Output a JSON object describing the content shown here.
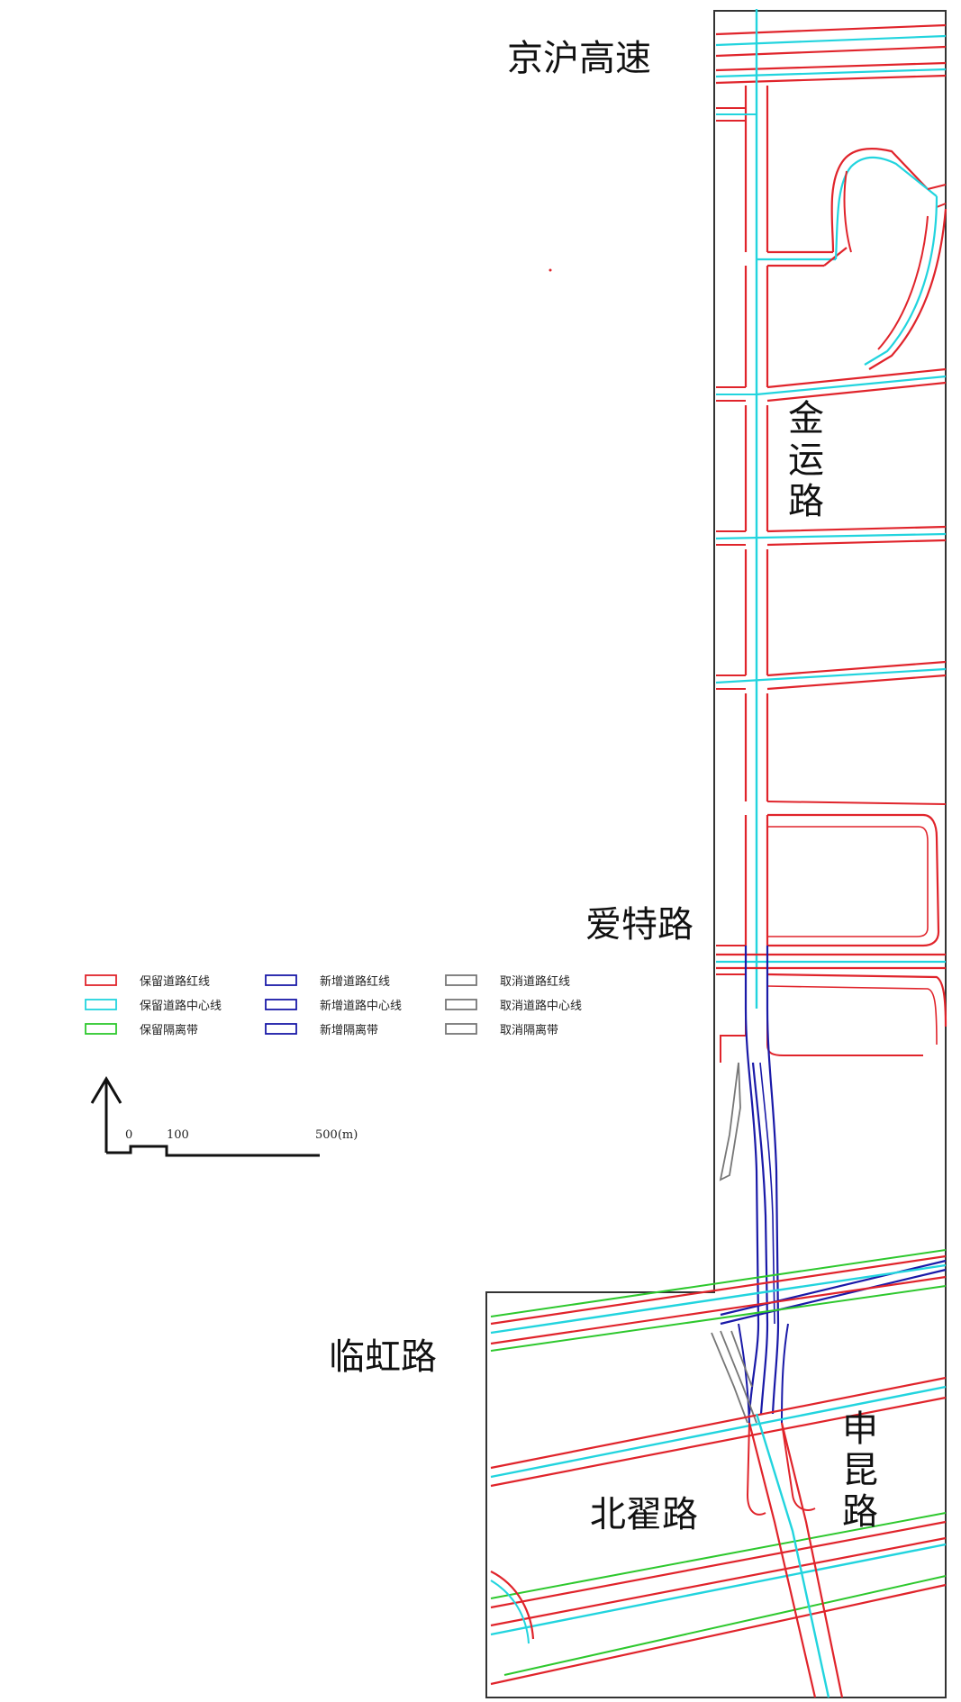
{
  "road_labels": {
    "jinghu_expressway": "京沪高速",
    "jinyun_road": "金运路",
    "aite_road": "爱特路",
    "linhong_road": "临虹路",
    "beidi_road": "北翟路",
    "shenkun_road": "申昆路"
  },
  "legend": {
    "items": [
      {
        "label": "保留道路红线",
        "color": "#e0242b"
      },
      {
        "label": "新增道路红线",
        "color": "#1a1aa8"
      },
      {
        "label": "取消道路红线",
        "color": "#777777"
      },
      {
        "label": "保留道路中心线",
        "color": "#22d4de"
      },
      {
        "label": "新增道路中心线",
        "color": "#1a1aa8"
      },
      {
        "label": "取消道路中心线",
        "color": "#777777"
      },
      {
        "label": "保留隔离带",
        "color": "#2ec82e"
      },
      {
        "label": "新增隔离带",
        "color": "#1a1aa8"
      },
      {
        "label": "取消隔离带",
        "color": "#777777"
      }
    ]
  },
  "scale_bar": {
    "tick_0": "0",
    "tick_100": "100",
    "tick_500": "500(m)"
  },
  "north_arrow": {
    "icon": "north-arrow-icon"
  },
  "colors": {
    "retained_red_line": "#e0242b",
    "retained_center_line": "#22d4de",
    "retained_median": "#2ec82e",
    "new_lines": "#1a1aa8",
    "removed_lines": "#777777",
    "boundary": "#333333"
  }
}
